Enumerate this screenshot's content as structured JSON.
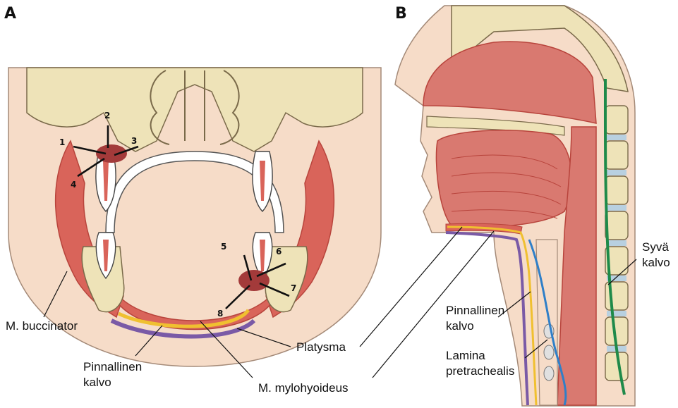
{
  "panels": {
    "a": "A",
    "b": "B"
  },
  "labels": {
    "m_buccinator": "M. buccinator",
    "pinnallinen_kalvo_a_1": "Pinnallinen",
    "pinnallinen_kalvo_a_2": "kalvo",
    "platysma": "Platysma",
    "m_mylohyoideus": "M. mylohyoideus",
    "pinnallinen_kalvo_b_1": "Pinnallinen",
    "pinnallinen_kalvo_b_2": "kalvo",
    "lamina_1": "Lamina",
    "lamina_2": "pretrachealis",
    "syva_1": "Syvä",
    "syva_2": "kalvo"
  },
  "arrow_numbers": [
    "1",
    "2",
    "3",
    "4",
    "5",
    "6",
    "7",
    "8"
  ],
  "colors": {
    "skin": "#f6dcc8",
    "bone": "#eee3b8",
    "bone_edge": "#7a6a4a",
    "muscle": "#d9645a",
    "muscle_dark": "#b8443c",
    "cavity": "#d97970",
    "superficial_fascia": "#f0c030",
    "platysma": "#7a5aa6",
    "deep_fascia": "#1f8a4a",
    "pretracheal": "#2f7fc8",
    "abscess": "#a33a3a"
  }
}
